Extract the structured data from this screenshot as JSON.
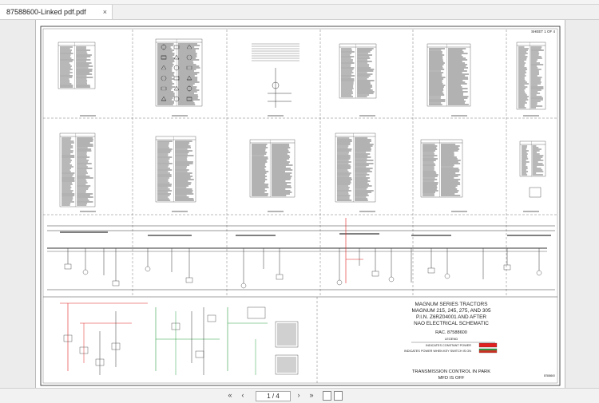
{
  "tab": {
    "title": "87588600-Linked pdf.pdf",
    "close": "×"
  },
  "sheet": {
    "label": "SHEET 1 OF 4",
    "drawing_no": "87588600"
  },
  "title_block": {
    "line1": "MAGNUM SERIES TRACTORS",
    "line2": "MAGNUM 215, 245, 275, AND 305",
    "line3": "P.I.N. Z6RZ04001 AND AFTER",
    "line4": "NAO ELECTRICAL SCHEMATIC",
    "rac": "RAC. 87588600",
    "legend_label": "LEGEND",
    "legend": [
      {
        "text": "INDICATES CONSTANT POWER",
        "color": "#e02020"
      },
      {
        "text": "INDICATES POWER WHEN KEY SWITCH IS ON",
        "color": "#2ea043"
      }
    ],
    "note1": "TRANSMISSION CONTROL IN PARK",
    "note2": "MFD IS OFF"
  },
  "footer": {
    "page_indicator": "1 / 4",
    "first": "«",
    "prev": "‹",
    "next": "›",
    "last": "»"
  },
  "colors": {
    "constant_power": "#e02020",
    "key_on_power": "#2ea043"
  }
}
